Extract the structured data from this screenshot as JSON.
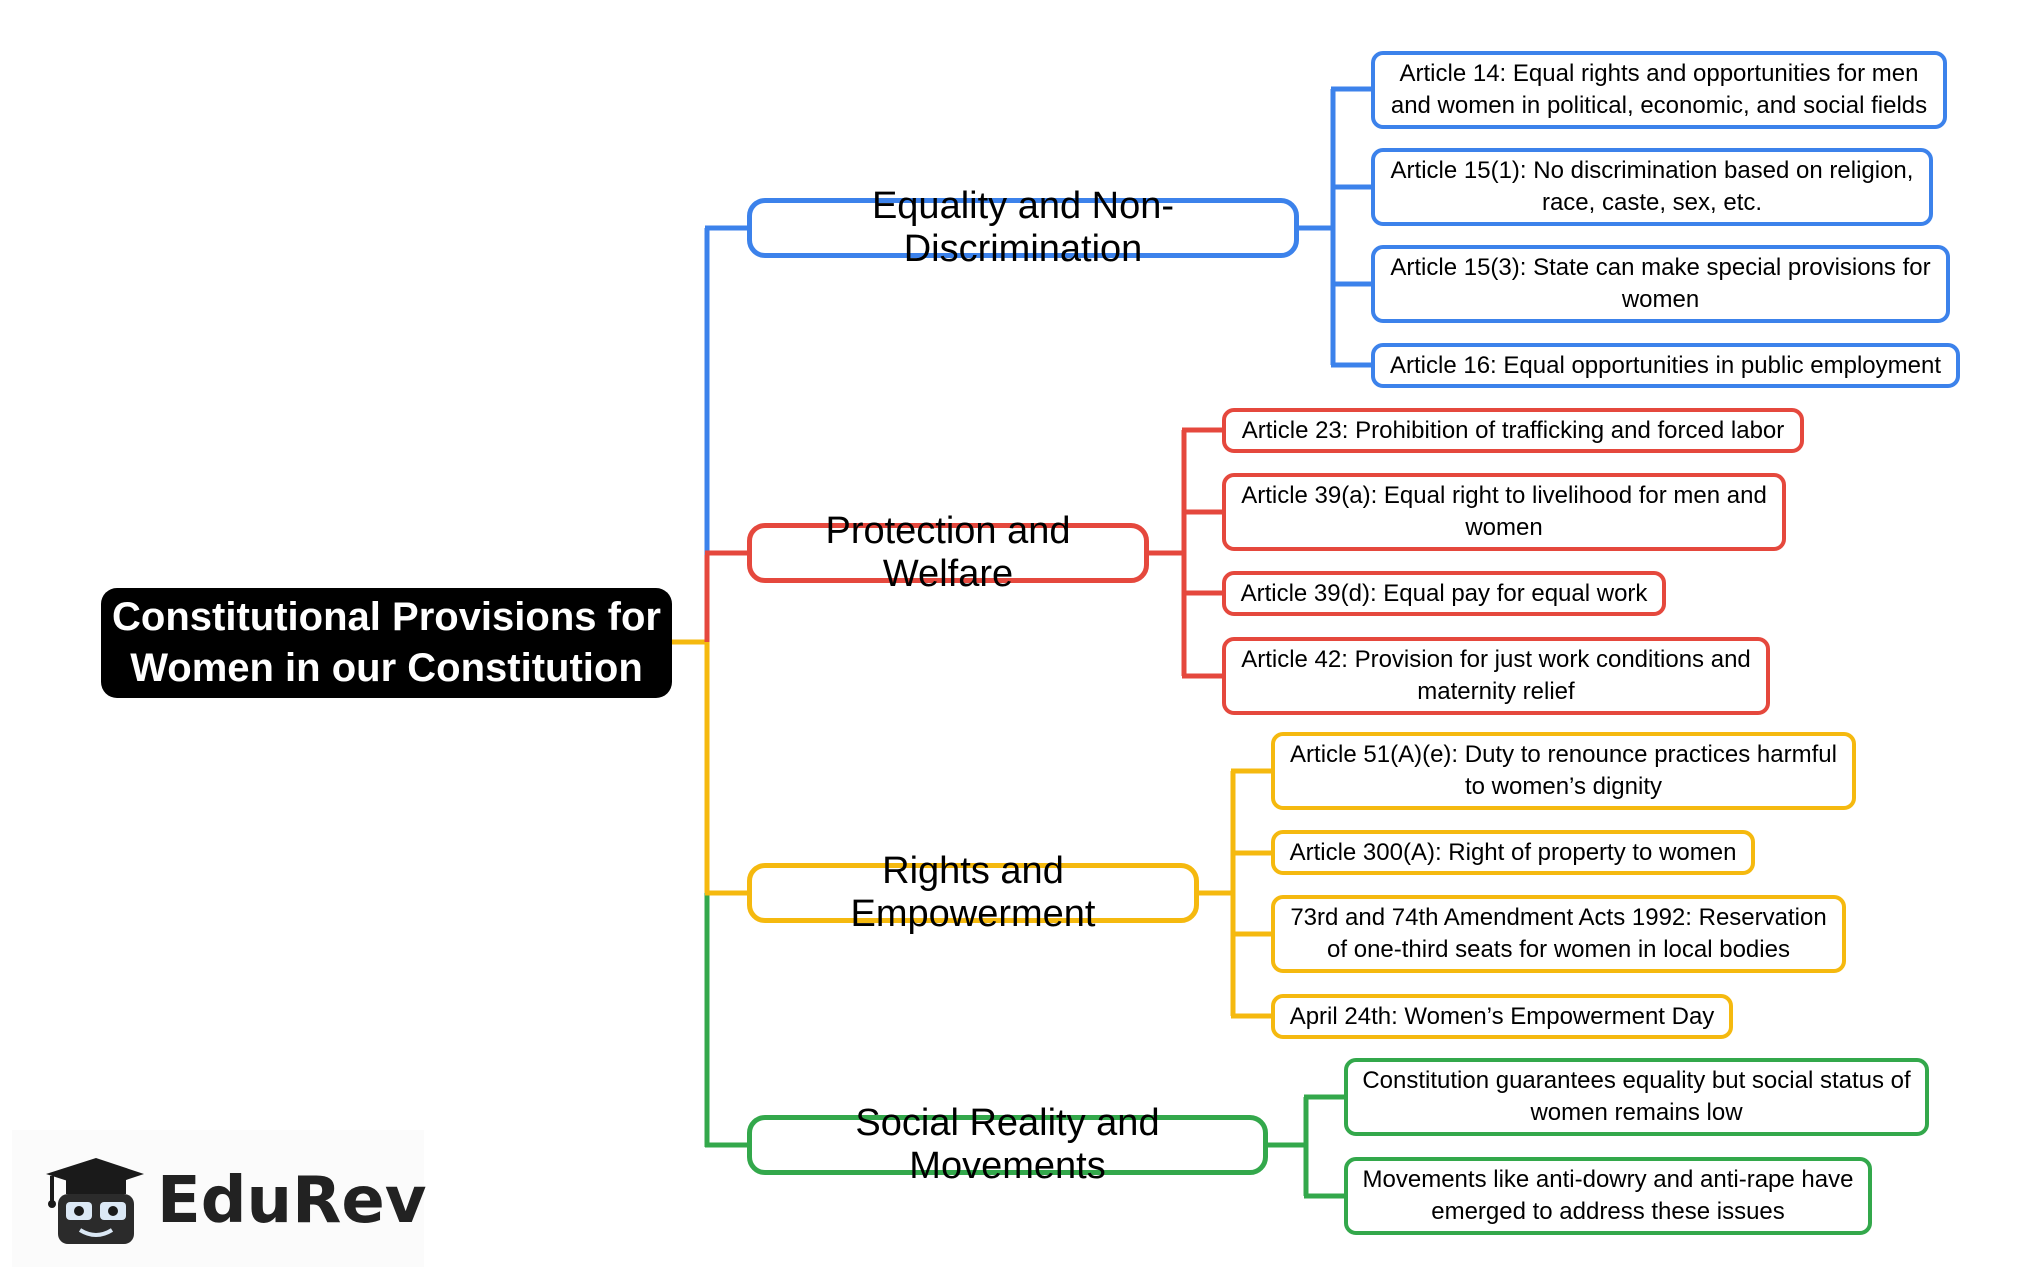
{
  "root": {
    "line1": "Constitutional Provisions for",
    "line2": "Women in our Constitution"
  },
  "colors": {
    "blue": "#3c82eb",
    "red": "#e5483d",
    "yellow": "#f5b90f",
    "green": "#33a84b"
  },
  "branches": [
    {
      "label": "Equality and Non-Discrimination",
      "leaves": [
        {
          "line1": "Article 14: Equal rights and opportunities for men",
          "line2": "and women in political, economic, and social fields"
        },
        {
          "line1": "Article 15(1): No discrimination based on religion,",
          "line2": "race, caste, sex, etc."
        },
        {
          "line1": "Article 15(3): State can make special provisions for",
          "line2": "women"
        },
        {
          "line1": "Article 16: Equal opportunities in public employment",
          "line2": ""
        }
      ]
    },
    {
      "label": "Protection and Welfare",
      "leaves": [
        {
          "line1": "Article 23: Prohibition of trafficking and forced labor",
          "line2": ""
        },
        {
          "line1": "Article 39(a): Equal right to livelihood for men and",
          "line2": "women"
        },
        {
          "line1": "Article 39(d): Equal pay for equal work",
          "line2": ""
        },
        {
          "line1": "Article 42: Provision for just work conditions and",
          "line2": "maternity relief"
        }
      ]
    },
    {
      "label": "Rights and Empowerment",
      "leaves": [
        {
          "line1": "Article 51(A)(e): Duty to renounce practices harmful",
          "line2": "to women’s dignity"
        },
        {
          "line1": "Article 300(A): Right of property to women",
          "line2": ""
        },
        {
          "line1": "73rd and 74th Amendment Acts 1992: Reservation",
          "line2": "of one-third seats for women in local bodies"
        },
        {
          "line1": "April 24th: Women’s Empowerment Day",
          "line2": ""
        }
      ]
    },
    {
      "label": "Social Reality and Movements",
      "leaves": [
        {
          "line1": "Constitution guarantees equality but social status of",
          "line2": "women remains low"
        },
        {
          "line1": "Movements like anti-dowry and anti-rape have",
          "line2": "emerged to address these issues"
        }
      ]
    }
  ],
  "logo": {
    "text": "EduRev",
    "icon": "graduation-cap-mascot-icon"
  }
}
